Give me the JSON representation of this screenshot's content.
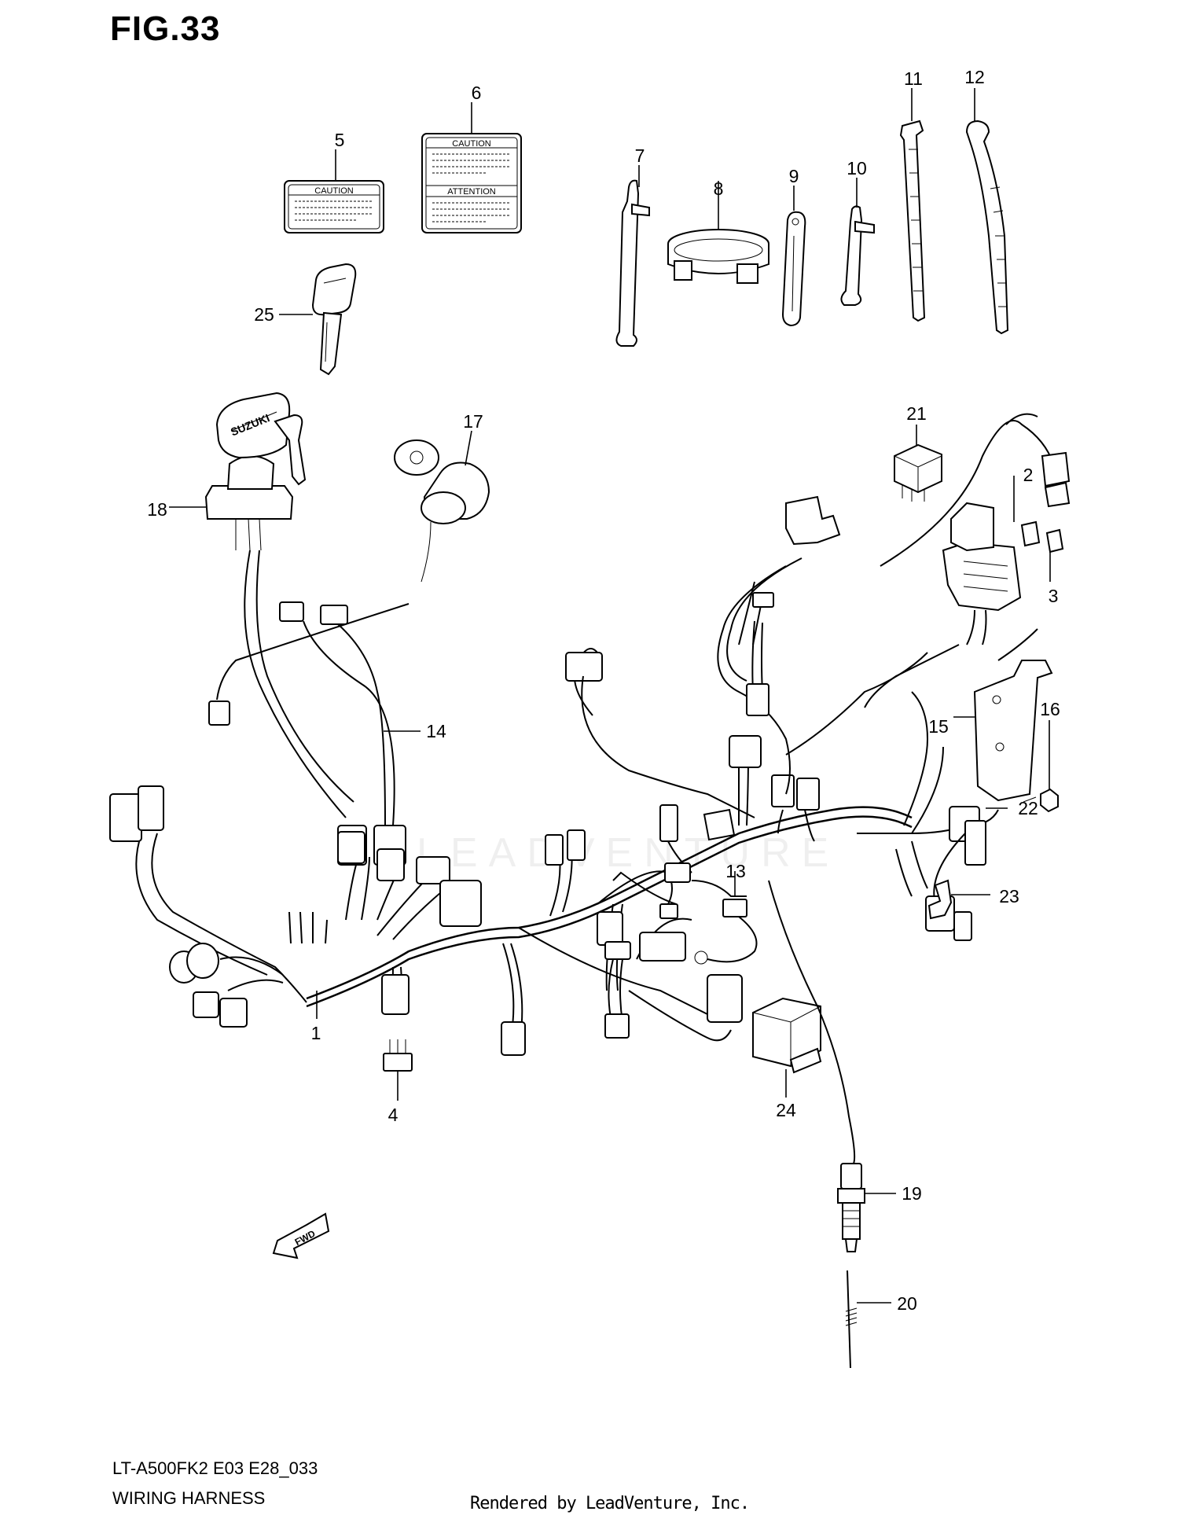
{
  "header": {
    "figure_title": "FIG.33"
  },
  "footer": {
    "model_code": "LT-A500FK2 E03 E28_033",
    "section_name": "WIRING HARNESS",
    "credit": "Rendered by LeadVenture, Inc."
  },
  "watermark": "LEADVENTURE",
  "labels": {
    "p1": "1",
    "p2": "2",
    "p3": "3",
    "p4": "4",
    "p5": "5",
    "p6": "6",
    "p7": "7",
    "p8": "8",
    "p9": "9",
    "p10": "10",
    "p11": "11",
    "p12": "12",
    "p13": "13",
    "p14": "14",
    "p15": "15",
    "p16": "16",
    "p17": "17",
    "p18": "18",
    "p19": "19",
    "p20": "20",
    "p21": "21",
    "p22": "22",
    "p23": "23",
    "p24": "24",
    "p25": "25"
  },
  "decals": {
    "caution": "CAUTION",
    "attention": "ATTENTION"
  },
  "key_brand": "SUZUKI",
  "fwd_arrow": "FWD"
}
